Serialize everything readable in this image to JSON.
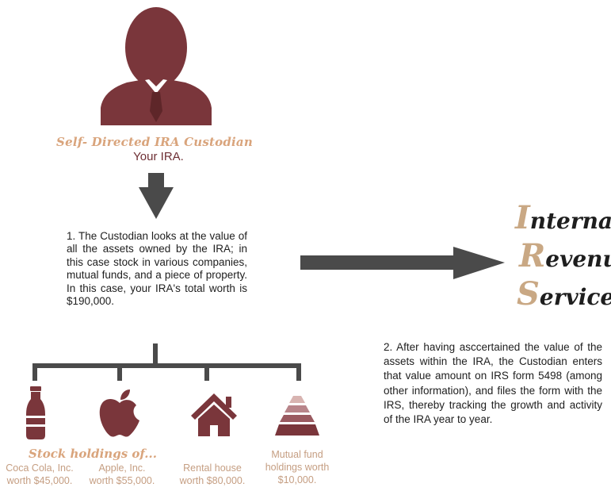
{
  "custodian": {
    "title": "Self- Directed IRA Custodian",
    "subtitle": "Your IRA.",
    "icon": "person-icon"
  },
  "step1": {
    "text": "1. The Custodian looks at the value of all the assets owned by the IRA; in this case stock in various companies, mutual funds, and a piece of property. In this case, your IRA's total worth is $190,000."
  },
  "irs": {
    "lines": [
      {
        "cap": "I",
        "rest": "nternal"
      },
      {
        "cap": "R",
        "rest": "evenue"
      },
      {
        "cap": "S",
        "rest": "ervice"
      }
    ]
  },
  "step2": {
    "text": "2. After having asccertained the value of the assets within the IRA, the Custodian enters that value amount on IRS form 5498 (among other information), and files the form with the IRS, thereby tracking the growth and activity of the IRA year to year."
  },
  "holdings": {
    "heading": "Stock holdings of...",
    "items": [
      {
        "icon": "bottle-icon",
        "line1": "Coca Cola, Inc.",
        "line2": "worth $45,000."
      },
      {
        "icon": "apple-icon",
        "line1": "Apple, Inc.",
        "line2": "worth $55,000."
      },
      {
        "icon": "house-icon",
        "line1": "Rental house",
        "line2": "worth $80,000."
      },
      {
        "icon": "pyramid-icon",
        "line1": "Mutual fund",
        "line2": "holdings worth",
        "line3": "$10,000."
      }
    ]
  },
  "colors": {
    "maroon": "#7a363b",
    "tan": "#d9a47c",
    "arrow": "#4a4a4a"
  }
}
